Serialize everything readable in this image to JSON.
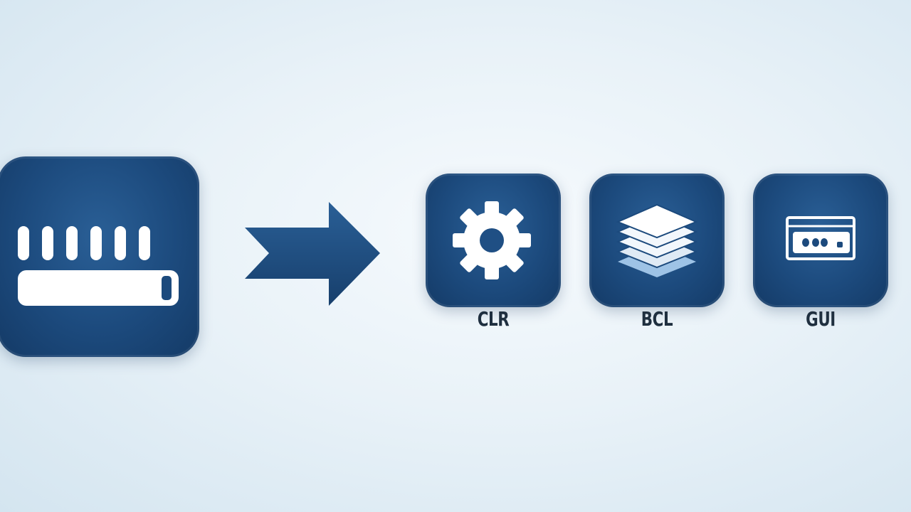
{
  "diagram": {
    "source_icon": "console-icon",
    "arrow_icon": "arrow-right-icon",
    "targets": [
      {
        "label": "CLR",
        "icon": "gear-icon"
      },
      {
        "label": "BCL",
        "icon": "layers-icon"
      },
      {
        "label": "GUI",
        "icon": "window-icon"
      }
    ]
  },
  "colors": {
    "tile": "#1c4a7d",
    "arrow": "#1e4d80",
    "text": "#1f2f3f",
    "background": "#e9f2f8"
  }
}
